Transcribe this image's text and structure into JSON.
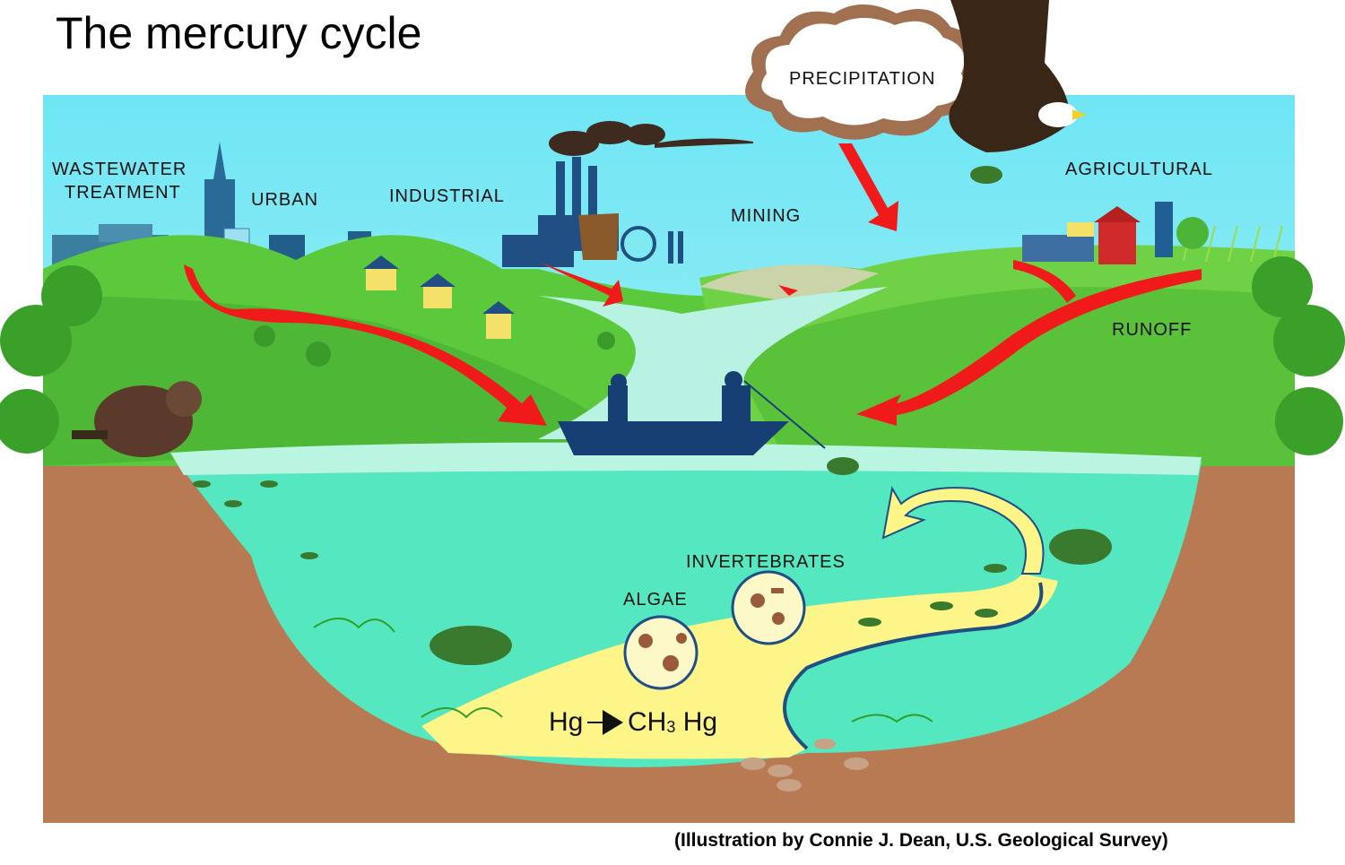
{
  "title": "The mercury cycle",
  "credit": "(Illustration by Connie J. Dean, U.S. Geological Survey)",
  "labels": {
    "wastewater_1": "WASTEWATER",
    "wastewater_2": "TREATMENT",
    "urban": "URBAN",
    "industrial": "INDUSTRIAL",
    "mining": "MINING",
    "precipitation": "PRECIPITATION",
    "agricultural": "AGRICULTURAL",
    "runoff": "RUNOFF",
    "invertebrates": "INVERTEBRATES",
    "algae": "ALGAE",
    "hg": "Hg",
    "ch3hg_a": "CH",
    "ch3hg_sub": "3",
    "ch3hg_b": " Hg"
  },
  "colors": {
    "sky": "#7de6f2",
    "water": "#52e6bd",
    "soil": "#b67a52",
    "hill": "#58c83c",
    "arrow_red": "#f01a1a",
    "arrow_yellow": "#fef58a",
    "sediment": "#fef58a",
    "boat": "#173f74"
  }
}
